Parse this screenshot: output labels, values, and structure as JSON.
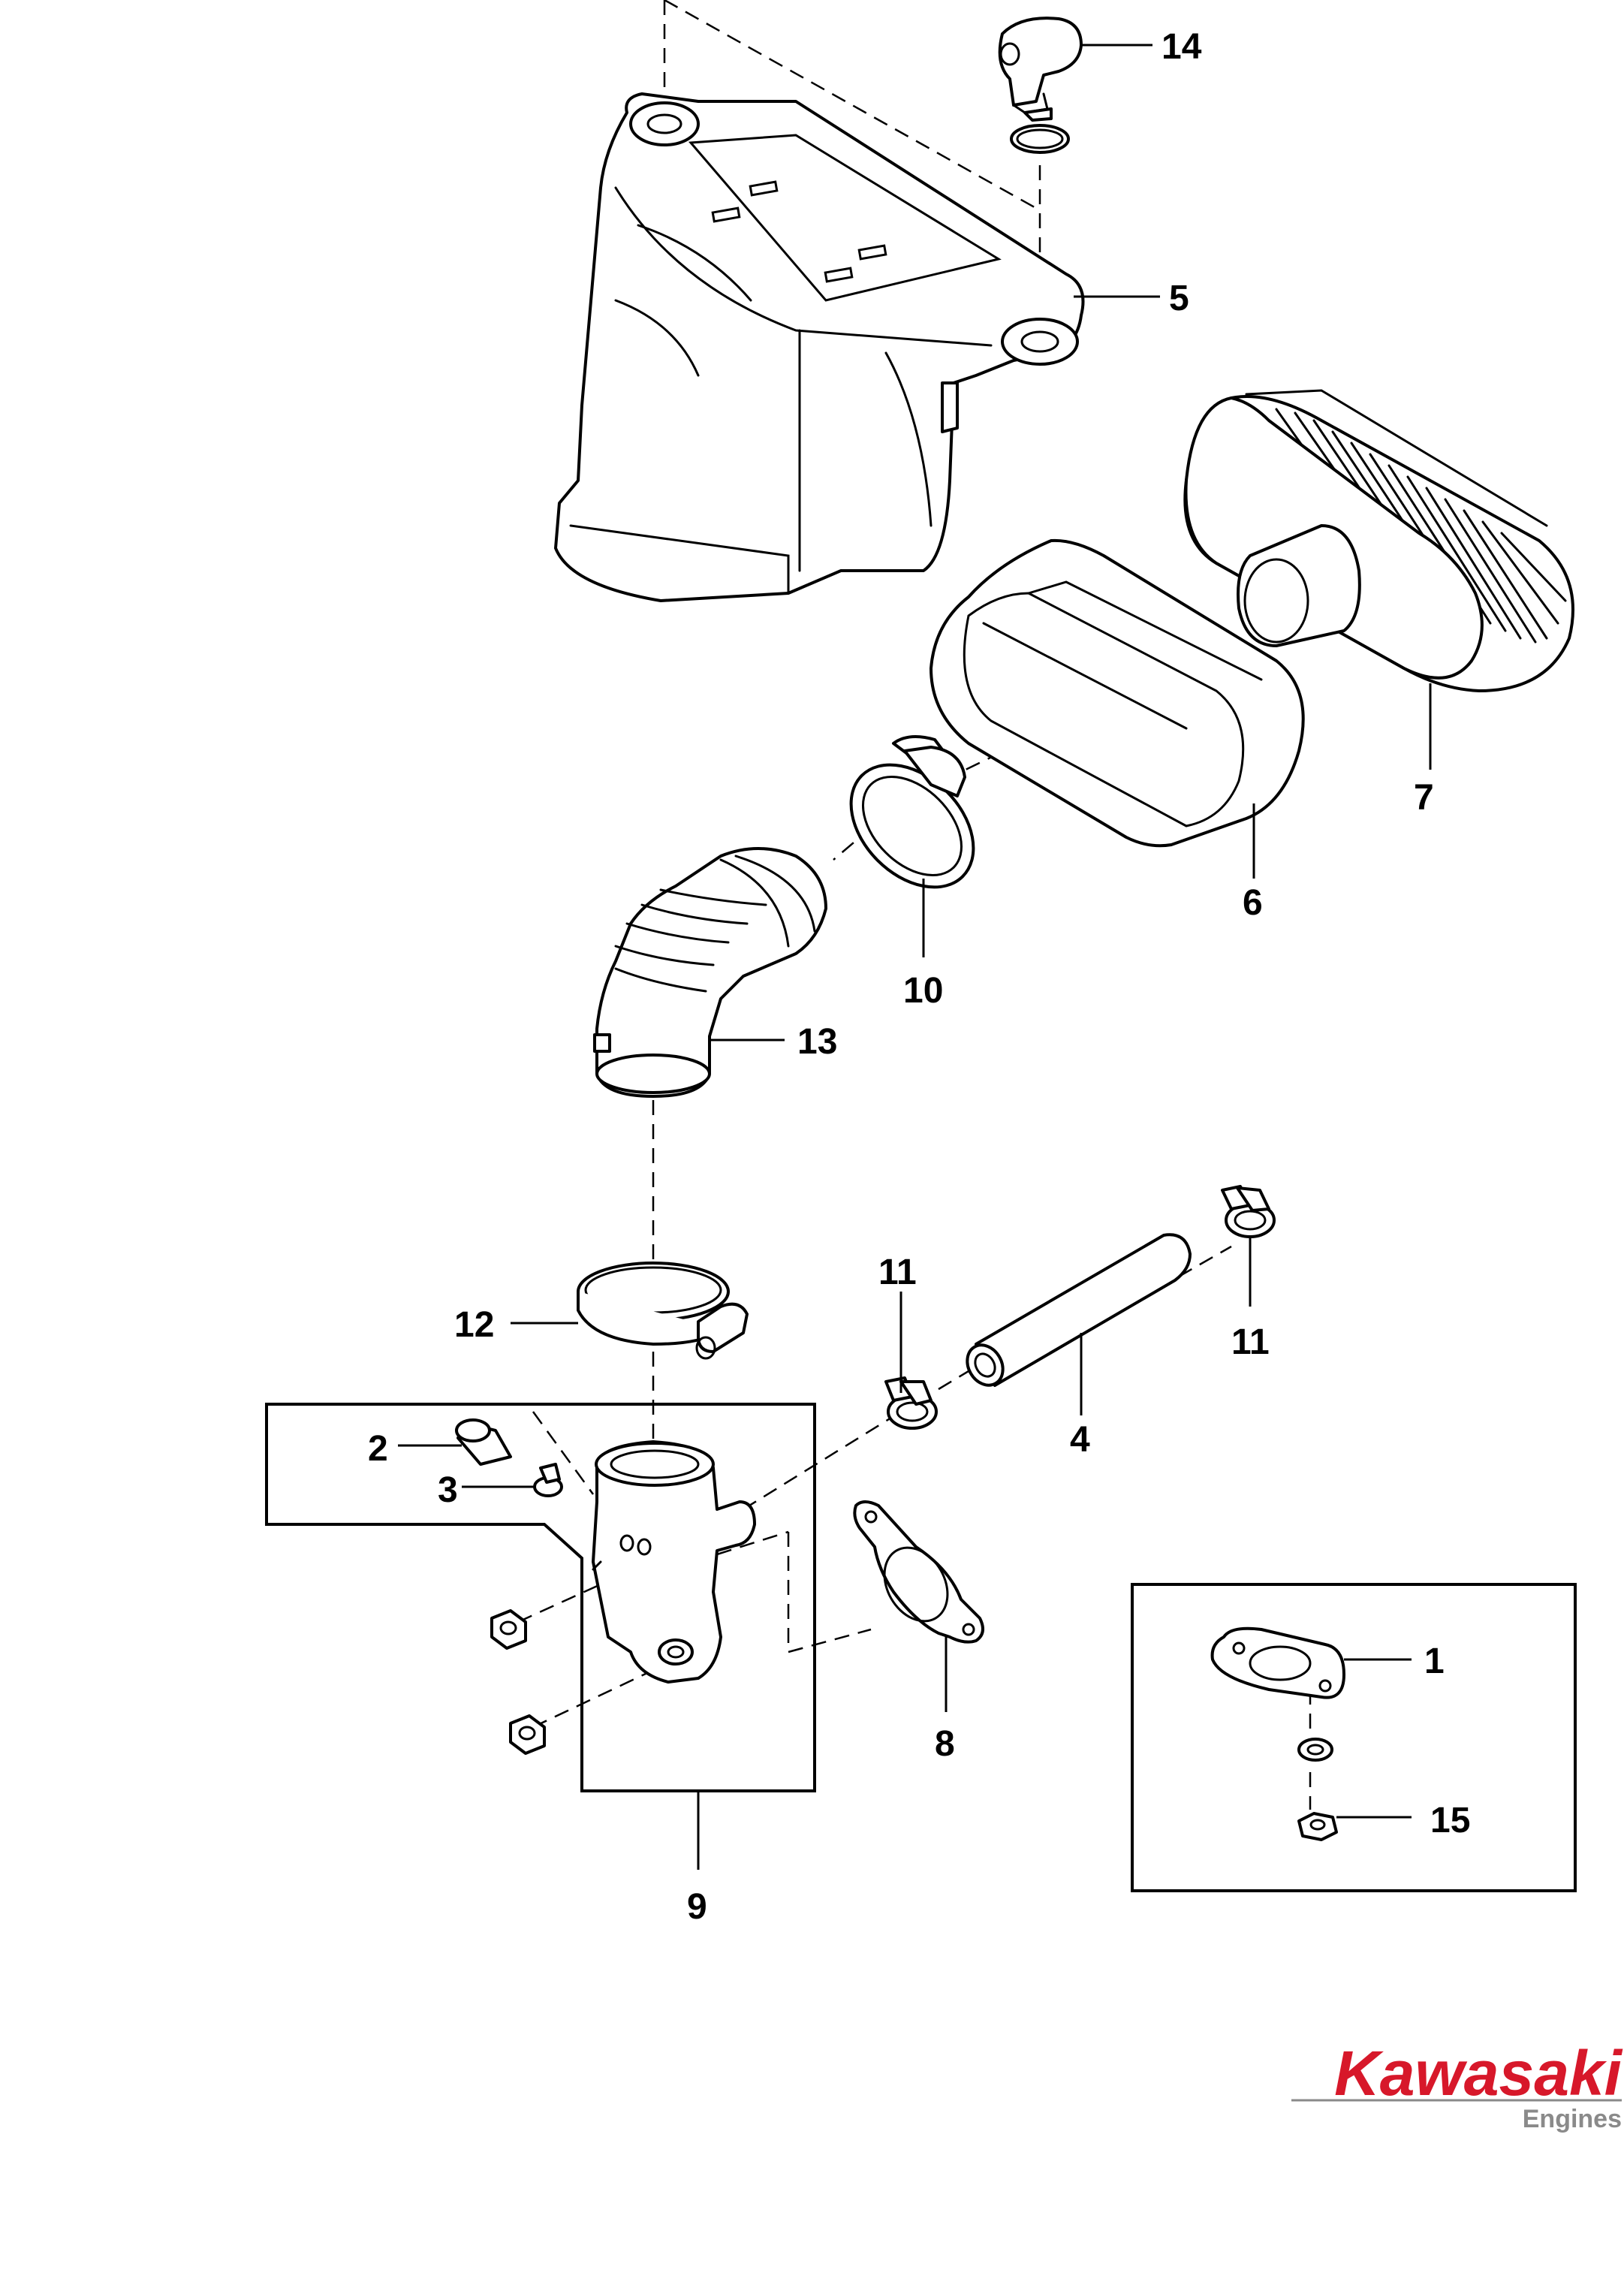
{
  "callouts": [
    {
      "id": "1",
      "label": "1"
    },
    {
      "id": "2",
      "label": "2"
    },
    {
      "id": "3",
      "label": "3"
    },
    {
      "id": "4",
      "label": "4"
    },
    {
      "id": "5",
      "label": "5"
    },
    {
      "id": "6",
      "label": "6"
    },
    {
      "id": "7",
      "label": "7"
    },
    {
      "id": "8",
      "label": "8"
    },
    {
      "id": "9",
      "label": "9"
    },
    {
      "id": "10",
      "label": "10"
    },
    {
      "id": "11a",
      "label": "11"
    },
    {
      "id": "11b",
      "label": "11"
    },
    {
      "id": "12",
      "label": "12"
    },
    {
      "id": "13",
      "label": "13"
    },
    {
      "id": "14",
      "label": "14"
    },
    {
      "id": "15",
      "label": "15"
    }
  ],
  "logo": {
    "brand": "Kawasaki",
    "subtitle": "Engines",
    "brand_color": "#d7182a",
    "subtitle_color": "#8a8a8a"
  }
}
